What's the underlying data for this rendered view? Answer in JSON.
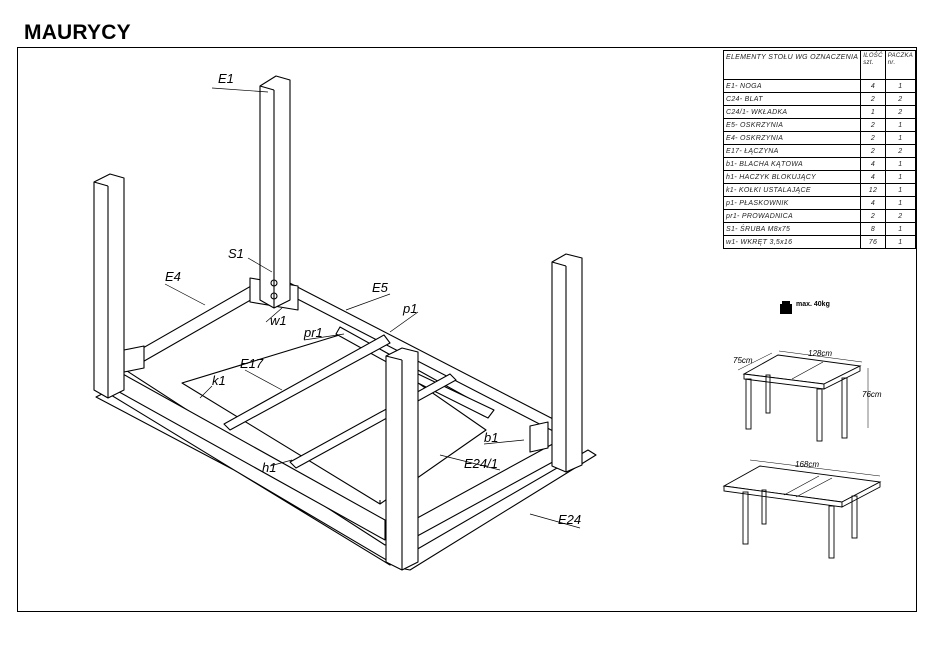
{
  "title": "MAURYCY",
  "table": {
    "header": {
      "elements": "ELEMENTY STOŁU WG OZNACZENIA",
      "qty": "ILOŚĆ szt.",
      "package": "PACZKA nr."
    },
    "rows": [
      {
        "name": "E1- NOGA",
        "qty": "4",
        "pkg": "1"
      },
      {
        "name": "C24- BLAT",
        "qty": "2",
        "pkg": "2"
      },
      {
        "name": "C24/1- WKŁADKA",
        "qty": "1",
        "pkg": "2"
      },
      {
        "name": "E5- OSKRZYNIA",
        "qty": "2",
        "pkg": "1"
      },
      {
        "name": "E4- OSKRZYNIA",
        "qty": "2",
        "pkg": "1"
      },
      {
        "name": "E17- ŁĄCZYNA",
        "qty": "2",
        "pkg": "2"
      },
      {
        "name": "b1- BLACHA KĄTOWA",
        "qty": "4",
        "pkg": "1"
      },
      {
        "name": "h1- HACZYK BLOKUJĄCY",
        "qty": "4",
        "pkg": "1"
      },
      {
        "name": "k1- KOŁKI USTALAJĄCE",
        "qty": "12",
        "pkg": "1"
      },
      {
        "name": "p1- PŁASKOWNIK",
        "qty": "4",
        "pkg": "1"
      },
      {
        "name": "pr1- PROWADNICA",
        "qty": "2",
        "pkg": "2"
      },
      {
        "name": "S1- ŚRUBA M8x75",
        "qty": "8",
        "pkg": "1"
      },
      {
        "name": "w1- WKRĘT 3,5x16",
        "qty": "76",
        "pkg": "1"
      }
    ]
  },
  "labels": {
    "E1": "E1",
    "S1": "S1",
    "E4": "E4",
    "E5": "E5",
    "p1": "p1",
    "w1": "w1",
    "pr1": "pr1",
    "E17": "E17",
    "k1": "k1",
    "b1": "b1",
    "h1": "h1",
    "E24_1": "E24/1",
    "E24": "E24"
  },
  "max_load": "max. 40kg",
  "dimensions": {
    "closed_length": "128cm",
    "depth": "75cm",
    "height": "76cm",
    "open_length": "168cm"
  }
}
